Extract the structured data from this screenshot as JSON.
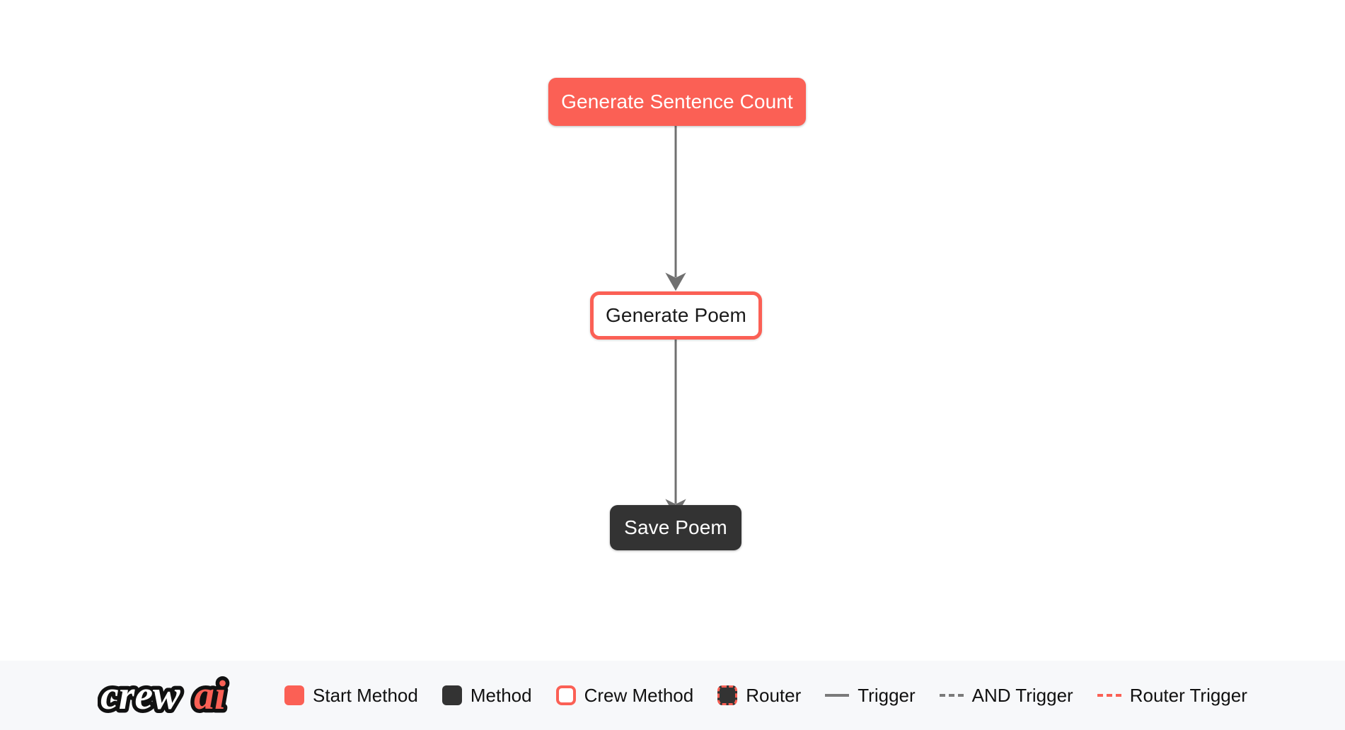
{
  "flow": {
    "nodes": [
      {
        "id": "generate-sentence-count",
        "label": "Generate Sentence Count",
        "type": "start-method"
      },
      {
        "id": "generate-poem",
        "label": "Generate Poem",
        "type": "crew-method"
      },
      {
        "id": "save-poem",
        "label": "Save Poem",
        "type": "method"
      }
    ],
    "edges": [
      {
        "from": "generate-sentence-count",
        "to": "generate-poem",
        "type": "trigger"
      },
      {
        "from": "generate-poem",
        "to": "save-poem",
        "type": "trigger"
      }
    ]
  },
  "legend": {
    "brand": {
      "name": "crewai",
      "part_white": "crew",
      "part_accent": "ai"
    },
    "items": [
      {
        "key": "start-method",
        "label": "Start Method",
        "marker": "filled-square-coral"
      },
      {
        "key": "method",
        "label": "Method",
        "marker": "filled-square-dark"
      },
      {
        "key": "crew-method",
        "label": "Crew Method",
        "marker": "outlined-square-coral"
      },
      {
        "key": "router",
        "label": "Router",
        "marker": "dashed-square-dark"
      },
      {
        "key": "trigger",
        "label": "Trigger",
        "marker": "solid-line-gray"
      },
      {
        "key": "and-trigger",
        "label": "AND Trigger",
        "marker": "dashed-line-gray"
      },
      {
        "key": "router-trigger",
        "label": "Router Trigger",
        "marker": "dashed-line-coral"
      }
    ]
  },
  "colors": {
    "accent": "#fb6055",
    "dark": "#333333",
    "edge": "#7a7a7a",
    "canvas_bg": "#ffffff",
    "legend_bg": "#f7f8fa"
  }
}
